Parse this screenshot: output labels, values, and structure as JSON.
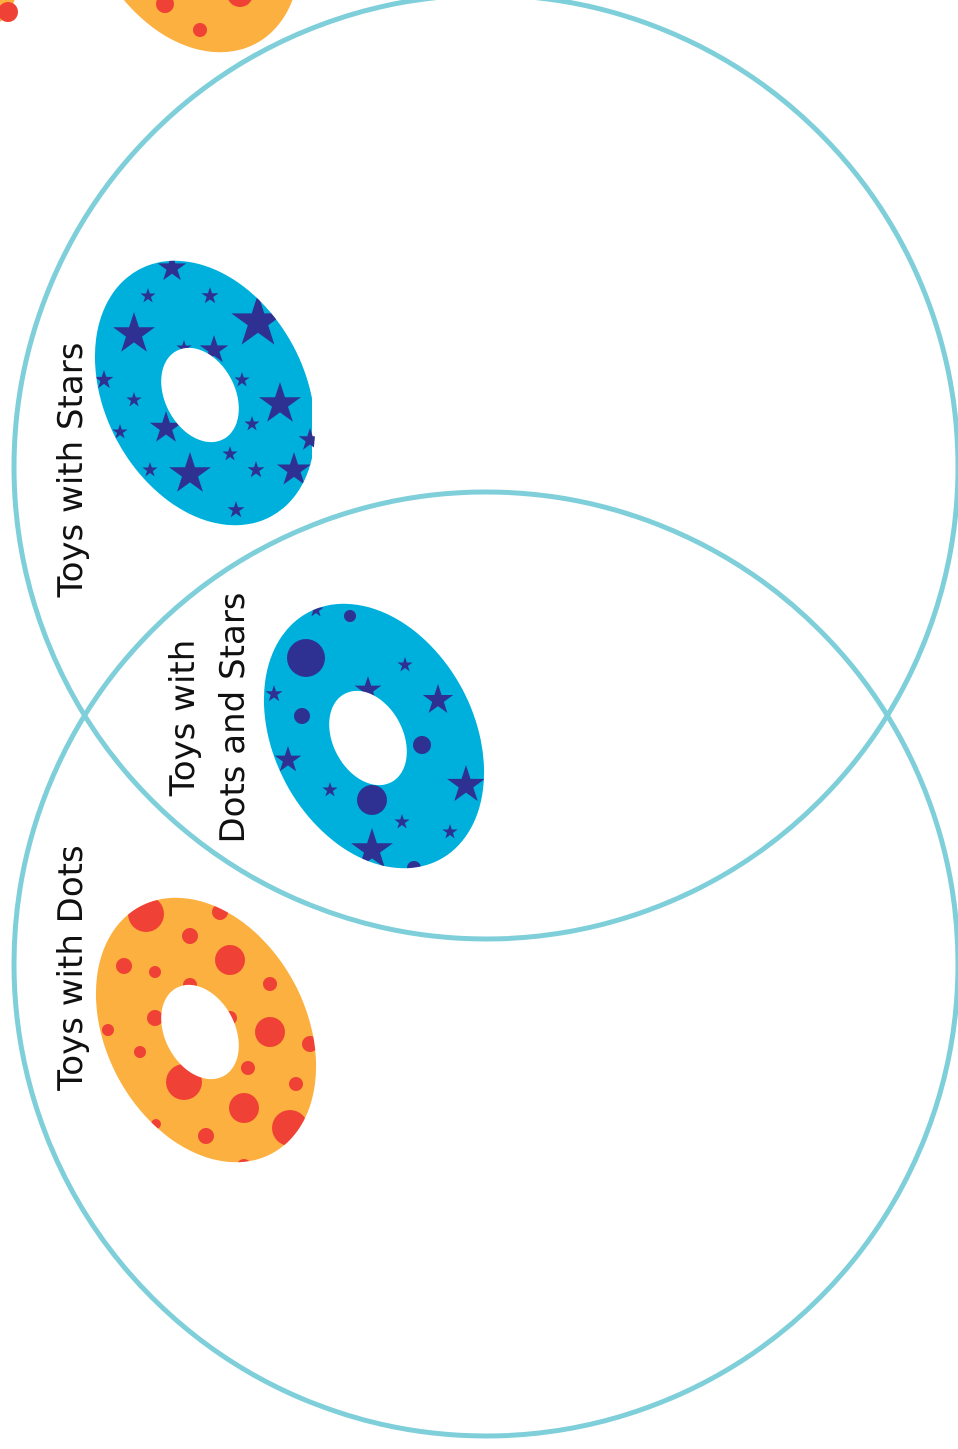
{
  "colors": {
    "circle_stroke": "#7ecfd9",
    "label_text": "#111111",
    "dots_toy_fill": "#fbb040",
    "dots_toy_marks": "#ef4136",
    "stars_toy_fill": "#00b0dc",
    "stars_toy_marks": "#2e3192",
    "background": "#ffffff"
  },
  "diagram": {
    "type": "venn",
    "sets": [
      {
        "label": "Toys with Dots",
        "items": [
          "dotted-ring-toy"
        ]
      },
      {
        "label": "Toys with Stars",
        "items": [
          "starred-ring-toy"
        ]
      }
    ],
    "intersection": {
      "label_line1": "Toys with",
      "label_line2": "Dots and Stars",
      "items": [
        "dotted-and-starred-ring-toy"
      ]
    }
  },
  "icons": {
    "dots_toy": "ring-toy-with-dots-icon",
    "stars_toy": "ring-toy-with-stars-icon",
    "both_toy": "ring-toy-with-dots-and-stars-icon",
    "partial_toy": "ring-toy-with-dots-icon"
  }
}
